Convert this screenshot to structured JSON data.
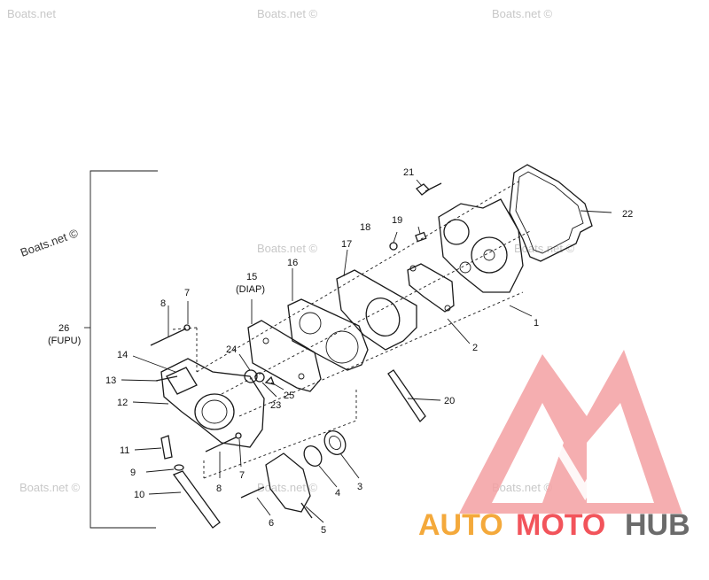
{
  "labels": {
    "l1": "1",
    "l2": "2",
    "l3": "3",
    "l4": "4",
    "l5": "5",
    "l6": "6",
    "l7a": "7",
    "l7b": "7",
    "l8a": "8",
    "l8b": "8",
    "l9": "9",
    "l10": "10",
    "l11": "11",
    "l12": "12",
    "l13": "13",
    "l14": "14",
    "l15": "15",
    "l15sub": "(DIAP)",
    "l16": "16",
    "l17": "17",
    "l18": "18",
    "l19": "19",
    "l20": "20",
    "l21": "21",
    "l22": "22",
    "l23": "23",
    "l24": "24",
    "l25": "25",
    "l26": "26",
    "l26sub": "(FUPU)"
  },
  "watermarks": {
    "w1": "Boats.net",
    "w2": "Boats.net ©",
    "w3": "Boats.net ©",
    "w4": "Boats.net ©",
    "w5": "Boats.net ©",
    "w6": "Boats.net ©",
    "w7": "Boats.net ©",
    "w8": "Boats.net ©",
    "w9": "Boats.net ©"
  },
  "brand": {
    "auto": "AUTO",
    "moto": "MOTO",
    "hub": "HUB"
  },
  "colors": {
    "brand_orange": "#f4a93b",
    "brand_red": "#f2545b",
    "brand_gray": "#6b6b6b",
    "logo_pink": "#f3a0a2"
  }
}
